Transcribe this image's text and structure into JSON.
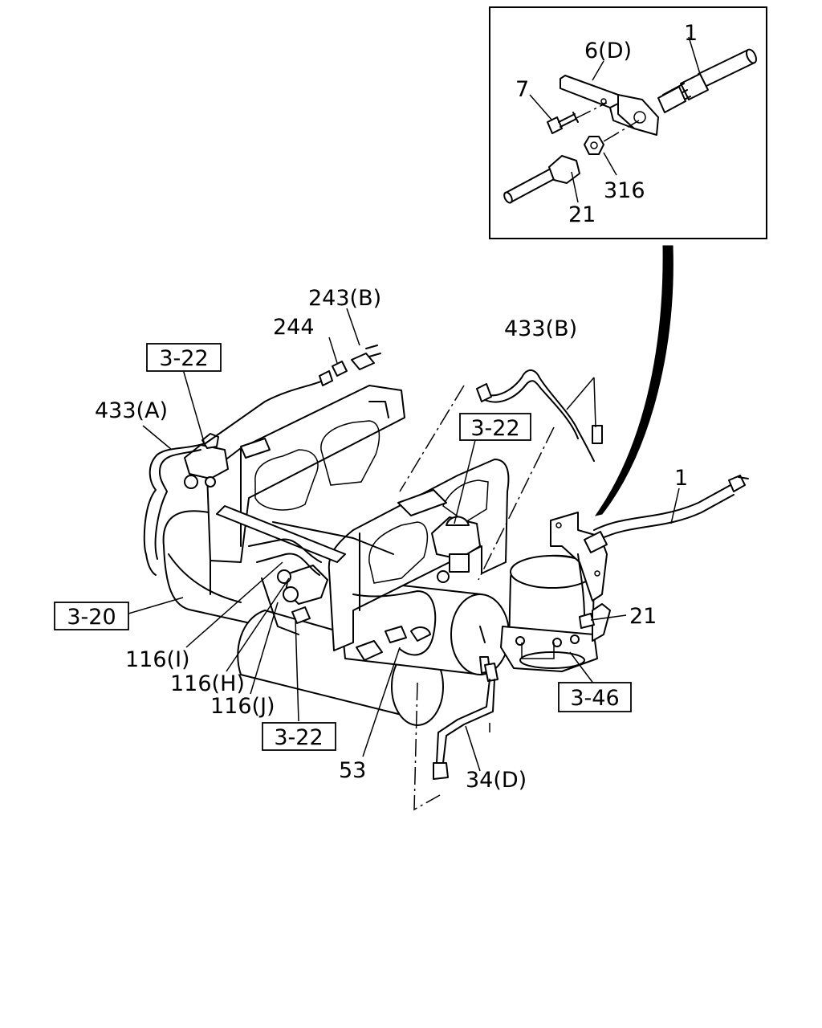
{
  "diagram": {
    "labels": {
      "inset_1": "1",
      "inset_6d": "6(D)",
      "inset_7": "7",
      "inset_316": "316",
      "inset_21": "21",
      "l_243b": "243(B)",
      "l_244": "244",
      "l_433b": "433(B)",
      "l_433a": "433(A)",
      "l_1": "1",
      "l_21": "21",
      "l_116i": "116(I)",
      "l_116h": "116(H)",
      "l_116j": "116(J)",
      "l_53": "53",
      "l_34d": "34(D)"
    },
    "refs": {
      "ref_322_a": "3-22",
      "ref_322_b": "3-22",
      "ref_322_c": "3-22",
      "ref_320": "3-20",
      "ref_346": "3-46"
    }
  }
}
